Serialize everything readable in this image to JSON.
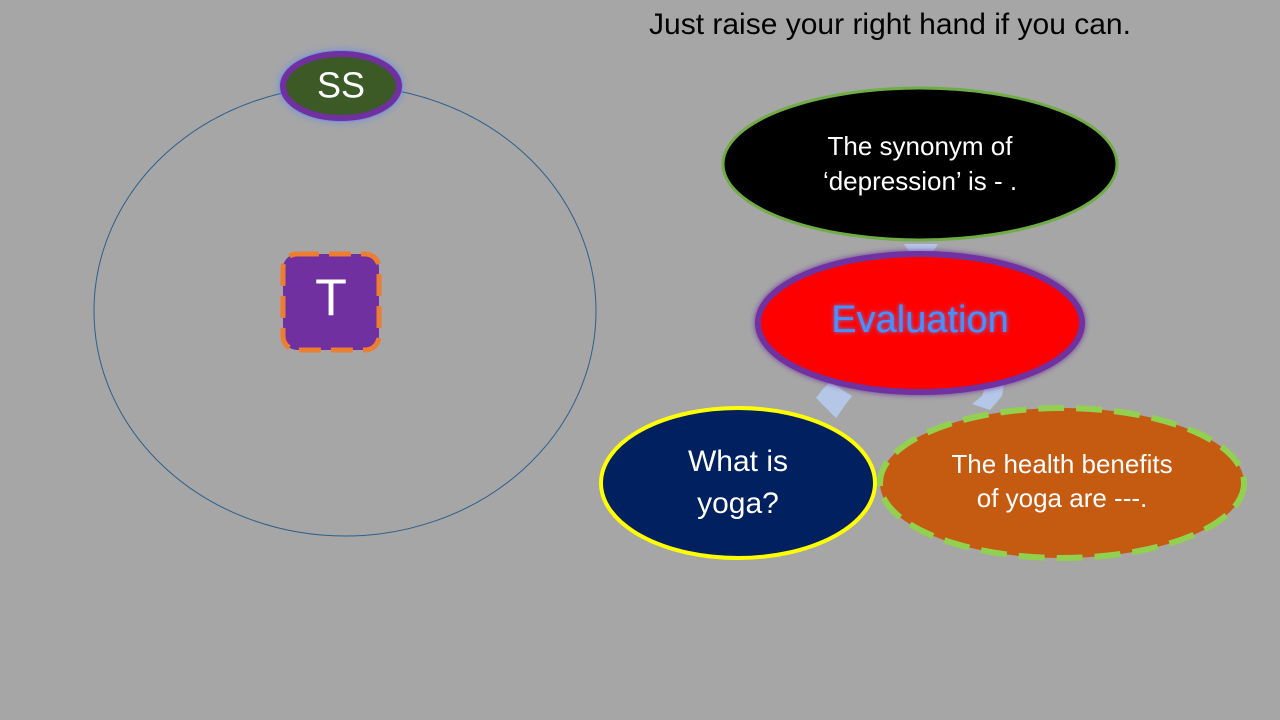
{
  "slide": {
    "instruction": "Just raise your right hand if you can."
  },
  "orbit": {
    "outer_node_label": "SS",
    "center_node_label": "T"
  },
  "cycle": {
    "center": {
      "label": "Evaluation"
    },
    "nodes": [
      {
        "id": "synonym",
        "lines": [
          "The synonym of",
          "‘depression’ is - ."
        ]
      },
      {
        "id": "yoga",
        "lines": [
          "What is",
          "yoga?"
        ]
      },
      {
        "id": "benefits",
        "lines": [
          "The health benefits",
          "of yoga are ---."
        ]
      }
    ]
  },
  "colors": {
    "background": "#a6a6a6",
    "orbit_ring": "#2e5f8a",
    "ss_fill": "#3b5a26",
    "ss_border": "#7030a0",
    "ss_glow": "#4f81ff",
    "t_fill": "#7030a0",
    "t_dash": "#ed7d31",
    "evaluation_fill": "#ff0000",
    "evaluation_border": "#7030a0",
    "evaluation_text": "#4a90ff",
    "synonym_fill": "#000000",
    "synonym_border": "#70ad47",
    "yoga_fill": "#002060",
    "yoga_border": "#ffff00",
    "benefits_fill": "#c55a11",
    "benefits_dash": "#92d050",
    "arrow_fill": "#b4c7e7"
  }
}
